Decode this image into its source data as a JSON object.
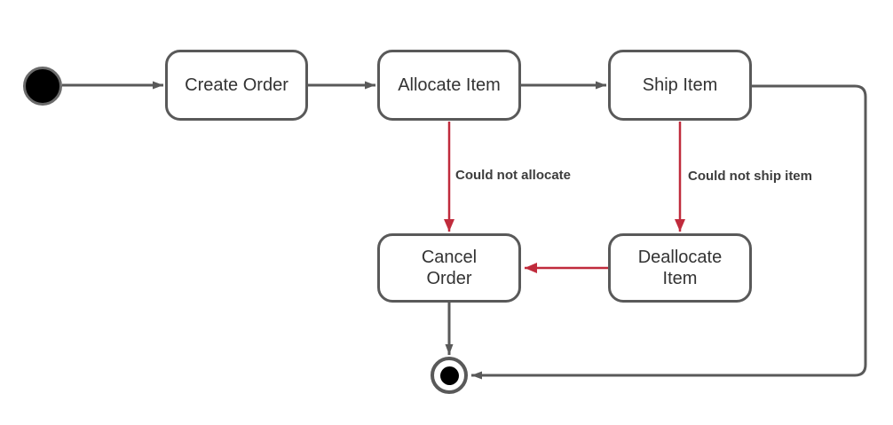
{
  "diagram": {
    "type": "uml-state-diagram",
    "colors": {
      "line": "#595959",
      "node_border": "#595959",
      "error": "#c02b3c",
      "node_text": "#333333",
      "label_text": "#3d3d3d",
      "background": "#ffffff"
    },
    "nodes": {
      "start": {
        "type": "initial-state"
      },
      "create_order": {
        "label": "Create Order"
      },
      "allocate_item": {
        "label": "Allocate Item"
      },
      "ship_item": {
        "label": "Ship Item"
      },
      "cancel_order": {
        "label": "Cancel Order"
      },
      "deallocate_item": {
        "label": "Deallocate Item"
      },
      "end": {
        "type": "final-state"
      }
    },
    "edges": {
      "start_to_create": {
        "from": "start",
        "to": "create_order",
        "color": "gray",
        "label": ""
      },
      "create_to_allocate": {
        "from": "create_order",
        "to": "allocate_item",
        "color": "gray",
        "label": ""
      },
      "allocate_to_ship": {
        "from": "allocate_item",
        "to": "ship_item",
        "color": "gray",
        "label": ""
      },
      "ship_to_end": {
        "from": "ship_item",
        "to": "end",
        "color": "gray",
        "label": ""
      },
      "allocate_fail": {
        "from": "allocate_item",
        "to": "cancel_order",
        "color": "red",
        "label": "Could not allocate"
      },
      "ship_fail": {
        "from": "ship_item",
        "to": "deallocate_item",
        "color": "red",
        "label": "Could not ship item"
      },
      "dealloc_to_cancel": {
        "from": "deallocate_item",
        "to": "cancel_order",
        "color": "red",
        "label": ""
      },
      "cancel_to_end": {
        "from": "cancel_order",
        "to": "end",
        "color": "gray",
        "label": ""
      }
    }
  }
}
